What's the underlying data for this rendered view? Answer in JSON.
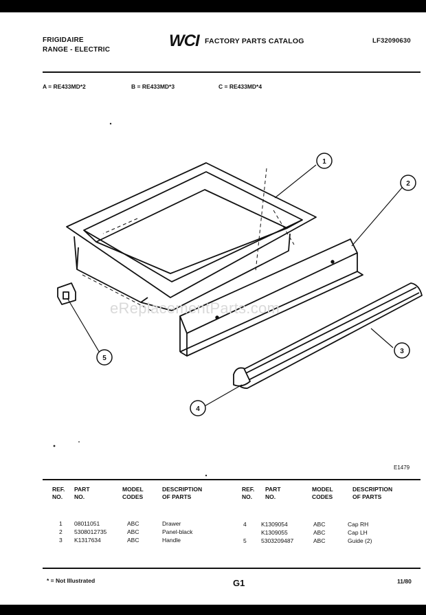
{
  "header": {
    "brand": "FRIGIDAIRE",
    "product_line": "RANGE - ELECTRIC",
    "logo_text": "WCI",
    "catalog_title": "FACTORY PARTS CATALOG",
    "catalog_number": "LF32090630"
  },
  "models": [
    {
      "label": "A = RE433MD*2"
    },
    {
      "label": "B = RE433MD*3"
    },
    {
      "label": "C = RE433MD*4"
    }
  ],
  "diagram": {
    "callouts": [
      "1",
      "2",
      "3",
      "4",
      "5"
    ],
    "illustration_code": "E1479",
    "watermark": "eReplacementParts.com"
  },
  "table": {
    "headers": {
      "ref": [
        "REF.",
        "NO."
      ],
      "part": [
        "PART",
        "NO."
      ],
      "model": [
        "MODEL",
        "CODES"
      ],
      "desc": [
        "DESCRIPTION",
        "OF PARTS"
      ]
    },
    "left_rows": [
      {
        "ref": "1",
        "part": "08011051",
        "model": "ABC",
        "desc": "Drawer"
      },
      {
        "ref": "2",
        "part": "5308012735",
        "model": "ABC",
        "desc": "Panel-black"
      },
      {
        "ref": "3",
        "part": "K1317634",
        "model": "ABC",
        "desc": "Handle"
      }
    ],
    "right_rows": [
      {
        "ref": "4",
        "part": "K1309054",
        "model": "ABC",
        "desc": "Cap RH"
      },
      {
        "ref": "",
        "part": "K1309055",
        "model": "ABC",
        "desc": "Cap LH"
      },
      {
        "ref": "5",
        "part": "5303209487",
        "model": "ABC",
        "desc": "Guide (2)"
      }
    ]
  },
  "footer": {
    "note": "* = Not Illustrated",
    "page": "G1",
    "date": "11/80"
  }
}
